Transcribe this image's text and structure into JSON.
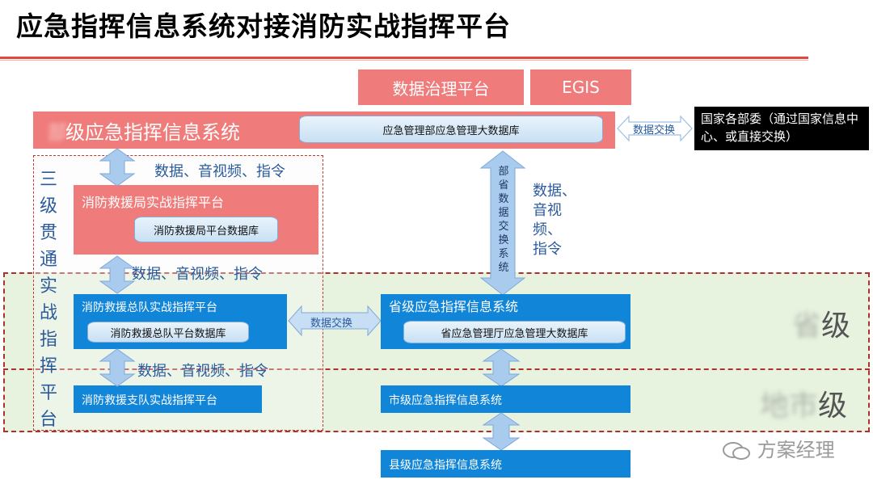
{
  "title": "应急指挥信息系统对接消防实战指挥平台",
  "top_boxes": {
    "data_gov": "数据治理平台",
    "egis": "EGIS"
  },
  "ministry": {
    "system_prefix": "部",
    "system_label": "级应急指挥信息系统",
    "db": "应急管理部应急管理大数据库",
    "exchange": "数据交换",
    "national": "国家各部委（通过国家信息中心、或直接交换）"
  },
  "three_level_label": "三级贯通实战指挥平台",
  "fire_bureau": {
    "title": "消防救援局实战指挥平台",
    "db": "消防救援局平台数据库"
  },
  "fire_corps": {
    "title": "消防救援总队实战指挥平台",
    "db": "消防救援总队平台数据库"
  },
  "fire_brigade": {
    "title": "消防救援支队实战指挥平台"
  },
  "province": {
    "title": "省级应急指挥信息系统",
    "db": "省应急管理厅应急管理大数据库",
    "exchange": "数据交换"
  },
  "city": {
    "title": "市级应急指挥信息系统"
  },
  "county": {
    "title": "县级应急指挥信息系统"
  },
  "arrow_labels": {
    "a1": "数据、音视频、指令",
    "a2": "数据、音视频、指令",
    "a3": "数据、音视频、指令",
    "vertical_exchange": "部省数据交换系统",
    "right_lines": [
      "数据、",
      "音视",
      "频、",
      "指令"
    ]
  },
  "levels": {
    "province_prefix": "省",
    "province_suffix": "级",
    "city_prefix": "地市",
    "city_suffix": "级"
  },
  "watermark": "方案经理"
}
